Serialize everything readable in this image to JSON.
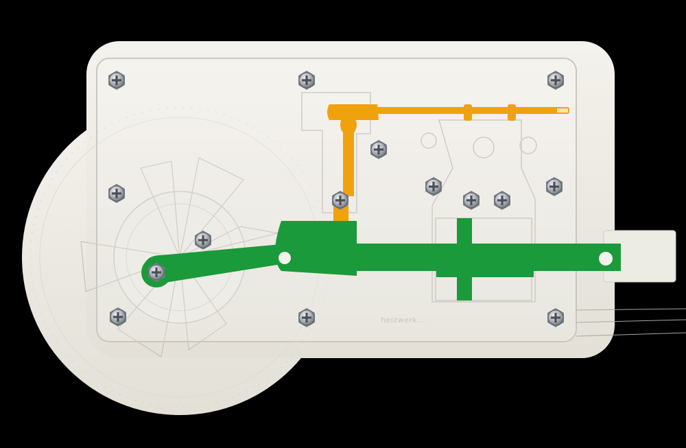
{
  "photo": {
    "watermark_text": "heizwerk...",
    "colors": {
      "background": "#000000",
      "board": "#eeece6",
      "acrylic_edge": "#c8c8c2",
      "green_link": "#1a9a3a",
      "orange_link": "#f0a20e",
      "screw": "#b8bcc2"
    }
  },
  "parts": {
    "flywheel": "flywheel",
    "crank": "crank-arm",
    "connecting_rod": "connecting-rod",
    "governor": "governor-linkage"
  }
}
